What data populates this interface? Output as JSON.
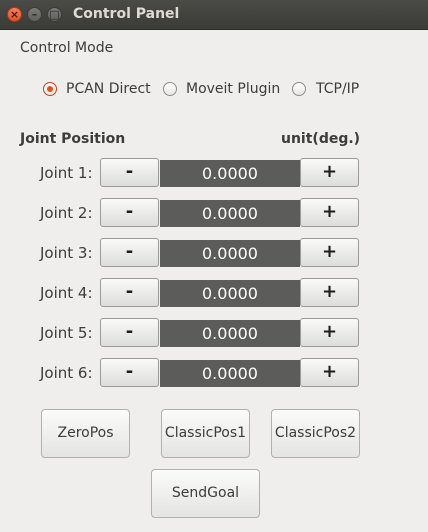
{
  "window": {
    "title": "Control Panel"
  },
  "control_mode": {
    "label": "Control Mode",
    "options": [
      {
        "label": "PCAN Direct",
        "checked": true
      },
      {
        "label": "Moveit Plugin",
        "checked": false
      },
      {
        "label": "TCP/IP",
        "checked": false
      }
    ]
  },
  "joint_section": {
    "header": "Joint Position",
    "unit": "unit(deg.)",
    "minus_label": "-",
    "plus_label": "+",
    "joints": [
      {
        "label": "Joint 1:",
        "value": "0.0000"
      },
      {
        "label": "Joint 2:",
        "value": "0.0000"
      },
      {
        "label": "Joint 3:",
        "value": "0.0000"
      },
      {
        "label": "Joint 4:",
        "value": "0.0000"
      },
      {
        "label": "Joint 5:",
        "value": "0.0000"
      },
      {
        "label": "Joint 6:",
        "value": "0.0000"
      }
    ]
  },
  "buttons": {
    "zero_pos": "ZeroPos",
    "classic_pos1": "ClassicPos1",
    "classic_pos2": "ClassicPos2",
    "send_goal": "SendGoal"
  },
  "colors": {
    "accent": "#e2521e",
    "titlebar": "#3c3b37",
    "value_bg": "#5c5c5a"
  }
}
